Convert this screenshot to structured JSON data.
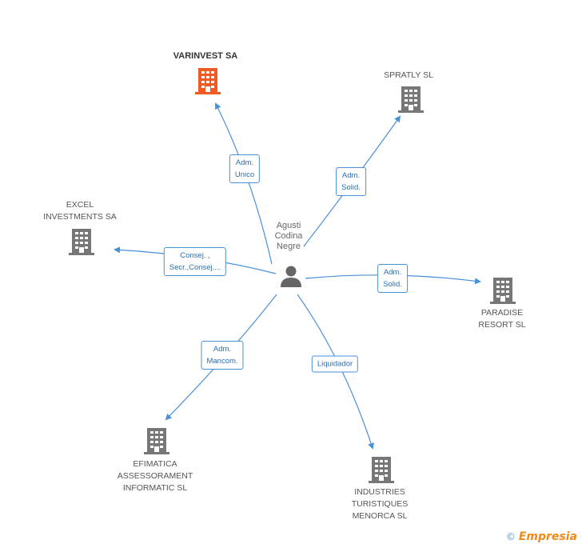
{
  "person": {
    "name": "Agusti\nCodina\nNegre"
  },
  "companies": {
    "varinvest": {
      "name": "VARINVEST SA"
    },
    "spratly": {
      "name": "SPRATLY SL"
    },
    "excel": {
      "name": "EXCEL\nINVESTMENTS SA"
    },
    "paradise": {
      "name": "PARADISE\nRESORT SL"
    },
    "efimatica": {
      "name": "EFIMATICA\nASSESSORAMENT\nINFORMATIC SL"
    },
    "industries": {
      "name": "INDUSTRIES\nTURISTIQUES\nMENORCA SL"
    }
  },
  "relations": {
    "varinvest": "Adm.\nUnico",
    "spratly": "Adm.\nSolid.",
    "excel": "Consej. ,\nSecr.,Consej....",
    "paradise": "Adm.\nSolid.",
    "efimatica": "Adm.\nMancom.",
    "industries": "Liquidador"
  },
  "colors": {
    "focus": "#f05a23",
    "company": "#777777",
    "person": "#666666",
    "edge": "#4a90d9"
  },
  "footer": {
    "copyright_symbol": "©",
    "brand": "Empresia"
  }
}
